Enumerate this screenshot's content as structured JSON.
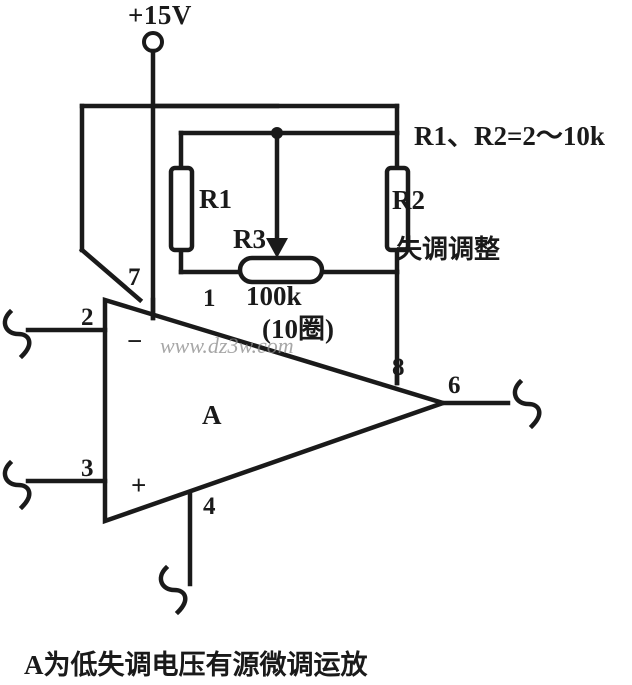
{
  "figure": {
    "title": "A为低失调电压有源微调运放",
    "watermark": "www.dz3w.com",
    "background_color": "#ffffff",
    "line_color": "#1a1a1a"
  },
  "supply": {
    "label": "+15V",
    "terminal_symbol": "open-circle"
  },
  "components": {
    "r1": {
      "ref": "R1",
      "type": "resistor",
      "orientation": "vertical"
    },
    "r2": {
      "ref": "R2",
      "type": "resistor",
      "orientation": "vertical"
    },
    "r3": {
      "ref": "R3",
      "type": "potentiometer",
      "orientation": "horizontal",
      "value": "100k",
      "turns": "(10圈)"
    },
    "opamp": {
      "ref": "A",
      "type": "operational-amplifier",
      "inverting_symbol": "−",
      "noninverting_symbol": "+"
    }
  },
  "pins": {
    "p1": "1",
    "p2": "2",
    "p3": "3",
    "p4": "4",
    "p6": "6",
    "p7": "7",
    "p8": "8"
  },
  "annotations": {
    "resistor_range": "R1、R2=2～10k",
    "offset_adjust": "失调调整"
  }
}
